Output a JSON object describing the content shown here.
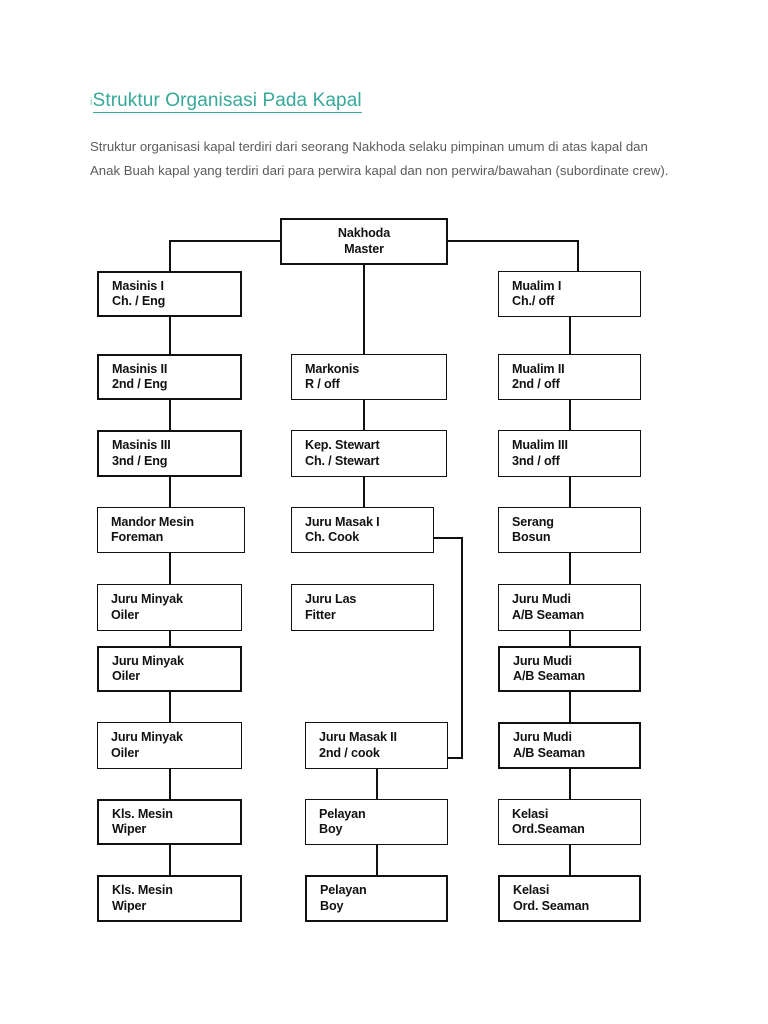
{
  "header": {
    "lead_char": "i",
    "title": "Struktur Organisasi Pada Kapal",
    "title_color": "#37a999",
    "intro": "Struktur organisasi kapal terdiri dari seorang Nakhoda selaku pimpinan umum di atas kapal dan Anak Buah kapal yang terdiri dari para perwira kapal dan non perwira/bawahan (subordinate crew)."
  },
  "chart_data": {
    "type": "diagram",
    "title": "Struktur Organisasi Pada Kapal",
    "root": {
      "line1": "Nakhoda",
      "line2": "Master"
    },
    "columns": [
      {
        "name": "engine-department",
        "nodes": [
          {
            "line1": "Masinis  I",
            "line2": "Ch. / Eng"
          },
          {
            "line1": "Masinis II",
            "line2": "2nd / Eng"
          },
          {
            "line1": "Masinis III",
            "line2": "3nd / Eng"
          },
          {
            "line1": "Mandor Mesin",
            "line2": "Foreman"
          },
          {
            "line1": "Juru Minyak",
            "line2": "Oiler"
          },
          {
            "line1": "Juru Minyak",
            "line2": "Oiler"
          },
          {
            "line1": "Juru Minyak",
            "line2": "Oiler"
          },
          {
            "line1": "Kls. Mesin",
            "line2": "Wiper"
          },
          {
            "line1": "Kls. Mesin",
            "line2": "Wiper"
          }
        ]
      },
      {
        "name": "radio-catering-department",
        "nodes": [
          {
            "line1": "Markonis",
            "line2": "R / off"
          },
          {
            "line1": "Kep. Stewart",
            "line2": "Ch. / Stewart"
          },
          {
            "line1": "Juru Masak I",
            "line2": "Ch. Cook"
          },
          {
            "line1": "Juru Las",
            "line2": "Fitter"
          },
          {
            "line1": "Juru Masak II",
            "line2": "2nd / cook"
          },
          {
            "line1": "Pelayan",
            "line2": "Boy"
          },
          {
            "line1": "Pelayan",
            "line2": "Boy"
          }
        ]
      },
      {
        "name": "deck-department",
        "nodes": [
          {
            "line1": "Mualim I",
            "line2": "Ch./ off"
          },
          {
            "line1": "Mualim II",
            "line2": "2nd / off"
          },
          {
            "line1": "Mualim III",
            "line2": "3nd / off"
          },
          {
            "line1": "Serang",
            "line2": "Bosun"
          },
          {
            "line1": "Juru Mudi",
            "line2": "A/B Seaman"
          },
          {
            "line1": "Juru Mudi",
            "line2": "A/B Seaman"
          },
          {
            "line1": "Juru Mudi",
            "line2": "A/B Seaman"
          },
          {
            "line1": "Kelasi",
            "line2": "Ord.Seaman"
          },
          {
            "line1": "Kelasi",
            "line2": "Ord. Seaman"
          }
        ]
      }
    ],
    "line_color": "#111111",
    "box_fill": "#ffffff"
  }
}
